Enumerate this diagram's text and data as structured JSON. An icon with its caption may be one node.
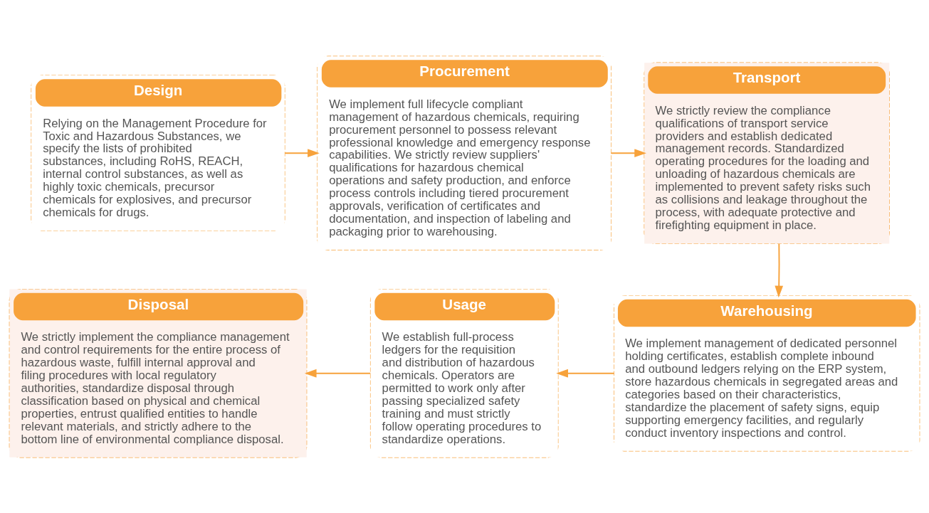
{
  "diagram": {
    "nodes": [
      {
        "text": [
          "Design",
          "Relying on the Management Procedure for Toxic and Hazardous Substances, we specify the lists of prohibited substances, including RoHS, REACH, internal control substances, as well as highly toxic chemicals, precursor chemicals for explosives, and precursor chemicals for drugs."
        ]
      },
      {
        "text": [
          "Procurement",
          "We implement full lifecycle compliant management of hazardous chemicals, requiring procurement personnel to possess relevant professional knowledge and emergency response capabilities. We strictly review suppliers' qualifications for hazardous chemical operations and safety production, and enforce process controls including tiered procurement approvals, verification of certificates and documentation, and inspection of labeling and packaging prior to warehousing."
        ]
      },
      {
        "text": [
          "Transport",
          "We strictly review the compliance qualifications of transport service providers and establish dedicated management records. Standardized operating procedures for the loading and unloading of hazardous chemicals are implemented to prevent safety risks such as collisions and leakage throughout the process, with adequate protective and firefighting equipment in place."
        ]
      },
      {
        "text": [
          "Warehousing",
          "We implement management of dedicated personnel holding certificates, establish complete inbound and outbound ledgers relying on the ERP system, store hazardous chemicals in segregated areas and categories based on their characteristics, standardize the placement of safety signs, equip supporting emergency facilities, and regularly conduct inventory inspections and control."
        ]
      },
      {
        "text": [
          "Usage",
          "We establish full-process ledgers for the requisition and distribution of hazardous chemicals. Operators are permitted to work only after passing specialized safety training and must strictly follow operating procedures to standardize operations."
        ]
      },
      {
        "text": [
          "Disposal",
          "We strictly implement the compliance management and control requirements for the entire process of hazardous waste, fulfill internal approval and filing procedures with local regulatory authorities, standardize disposal through classification based on physical and chemical properties, entrust qualified entities to handle relevant materials, and strictly adhere to the bottom line of environmental compliance disposal."
        ]
      }
    ],
    "edges": [
      {
        "from": 0,
        "to": 1,
        "arrow": "to"
      },
      {
        "from": 1,
        "to": 2,
        "arrow": "to"
      },
      {
        "from": 2,
        "to": 3,
        "arrow": "to"
      },
      {
        "from": 3,
        "to": 4,
        "arrow": "to"
      },
      {
        "from": 4,
        "to": 5,
        "arrow": "to"
      }
    ]
  }
}
